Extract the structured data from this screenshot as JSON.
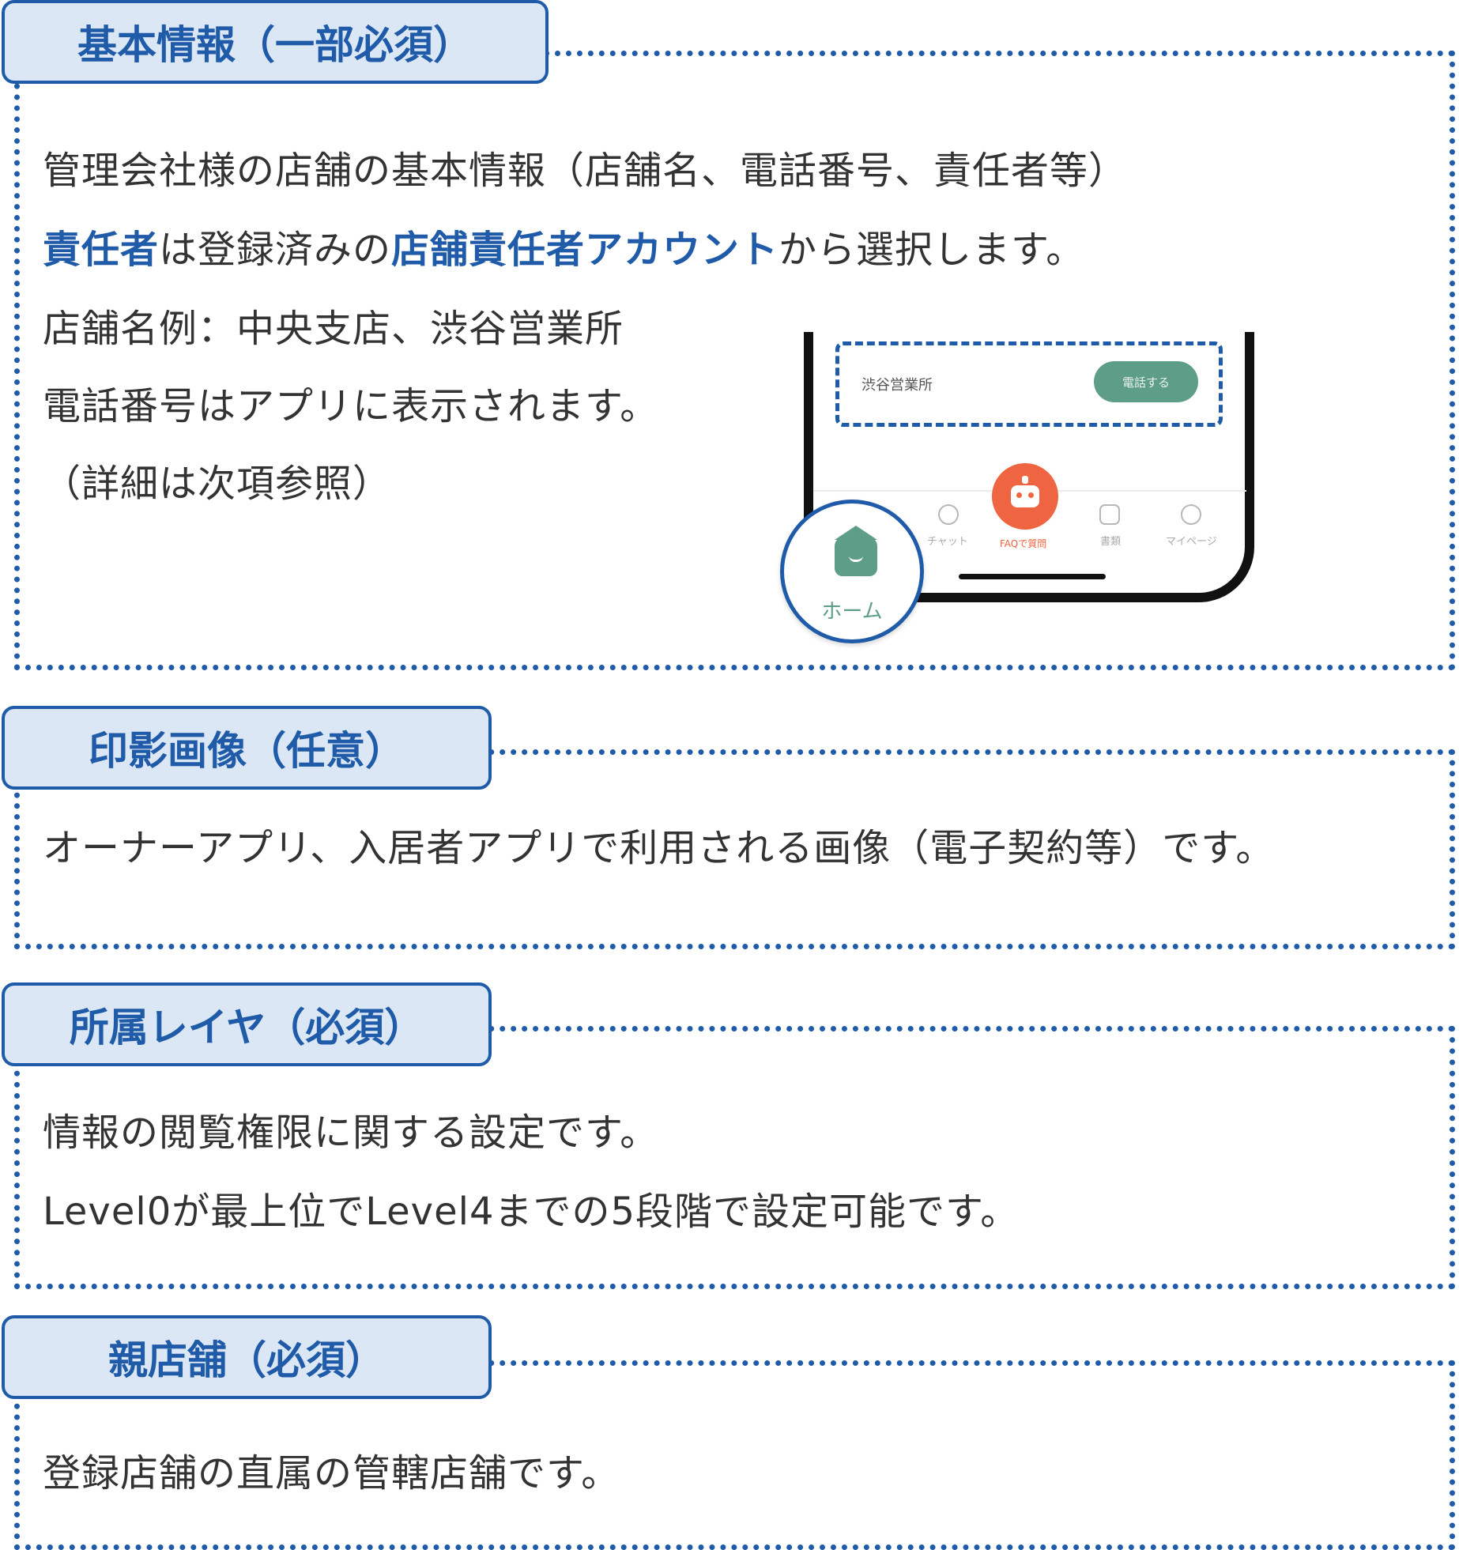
{
  "sections": [
    {
      "tab": "基本情報（一部必須）",
      "lines": [
        "管理会社様の店舗の基本情報（店舗名、電話番号、責任者等）",
        {
          "hl1": "責任者",
          "t1": "は登録済みの",
          "hl2": "店舗責任者アカウント",
          "t2": "から選択します。"
        },
        "店舗名例：中央支店、渋谷営業所",
        "電話番号はアプリに表示されます。",
        "（詳細は次項参照）"
      ]
    },
    {
      "tab": "印影画像（任意）",
      "lines": [
        "オーナーアプリ、入居者アプリで利用される画像（電子契約等）です。"
      ]
    },
    {
      "tab": "所属レイヤ（必須）",
      "lines": [
        "情報の閲覧権限に関する設定です。",
        "Level0が最上位でLevel4までの5段階で設定可能です。"
      ]
    },
    {
      "tab": "親店舗（必須）",
      "lines": [
        "登録店舗の直属の管轄店舗です。"
      ]
    }
  ],
  "phone": {
    "store_name": "渋谷営業所",
    "call_button": "電話する",
    "nav": {
      "home": "ホーム",
      "chat": "チャット",
      "faq": "FAQで質問",
      "docs": "書類",
      "mypage": "マイページ"
    }
  },
  "colors": {
    "accent": "#1f5ba8",
    "tab_bg": "#dbe7f4",
    "app_green": "#5e9e88",
    "app_orange": "#ef6441"
  },
  "icons": {
    "home": "home-icon",
    "chat": "chat-icon",
    "faq": "robot-icon",
    "docs": "document-icon",
    "mypage": "smile-icon"
  }
}
